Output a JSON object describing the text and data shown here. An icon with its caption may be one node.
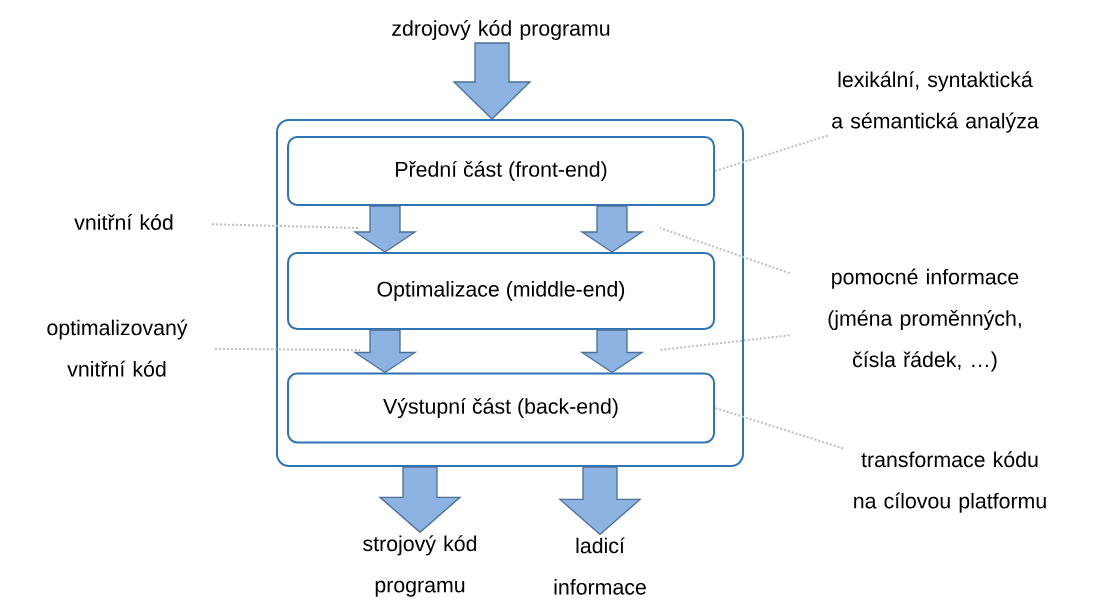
{
  "diagram": {
    "nodes": [
      {
        "text": [
          "zdrojový kód programu"
        ]
      },
      {
        "text": [],
        "shape": "box"
      },
      {
        "text": [
          "Přední část (front-end)"
        ],
        "in": 1
      },
      {
        "text": [
          "Optimalizace (middle-end)"
        ],
        "in": 1
      },
      {
        "text": [
          "Výstupní část (back-end)"
        ],
        "in": 1
      },
      {
        "text": [
          "lexikální, syntaktická a sémantická analýza"
        ]
      },
      {
        "text": [
          "vnitřní kód"
        ]
      },
      {
        "text": [
          "pomocné informace (jména proměnných, čísla řádek, …)"
        ]
      },
      {
        "text": [
          "optimalizovaný vnitřní kód"
        ]
      },
      {
        "text": [
          "transformace kódu na cílovou platformu"
        ]
      },
      {
        "text": [
          "strojový kód programu"
        ]
      },
      {
        "text": [
          "ladicí informace"
        ]
      }
    ],
    "edges": [
      {
        "from": 0,
        "to": 1,
        "arrow": "to"
      },
      {
        "from": 2,
        "to": 3,
        "arrow": "to"
      },
      {
        "from": 2,
        "to": 3,
        "arrow": "to"
      },
      {
        "from": 3,
        "to": 4,
        "arrow": "to"
      },
      {
        "from": 3,
        "to": 4,
        "arrow": "to"
      },
      {
        "from": 1,
        "to": 10,
        "arrow": "to"
      },
      {
        "from": 1,
        "to": 11,
        "arrow": "to"
      },
      {
        "from": 5,
        "to": 2,
        "arrow": "none",
        "style": "dashed",
        "color": "#bfbfbf"
      },
      {
        "from": 6,
        "to": null,
        "arrow": "none",
        "style": "dashed",
        "color": "#bfbfbf"
      },
      {
        "from": 7,
        "to": null,
        "arrow": "none",
        "style": "dashed",
        "color": "#bfbfbf"
      },
      {
        "from": 7,
        "to": null,
        "arrow": "none",
        "style": "dashed",
        "color": "#bfbfbf"
      },
      {
        "from": 8,
        "to": null,
        "arrow": "none",
        "style": "dashed",
        "color": "#bfbfbf"
      },
      {
        "from": 9,
        "to": 4,
        "arrow": "none",
        "style": "dashed",
        "color": "#bfbfbf"
      }
    ]
  }
}
